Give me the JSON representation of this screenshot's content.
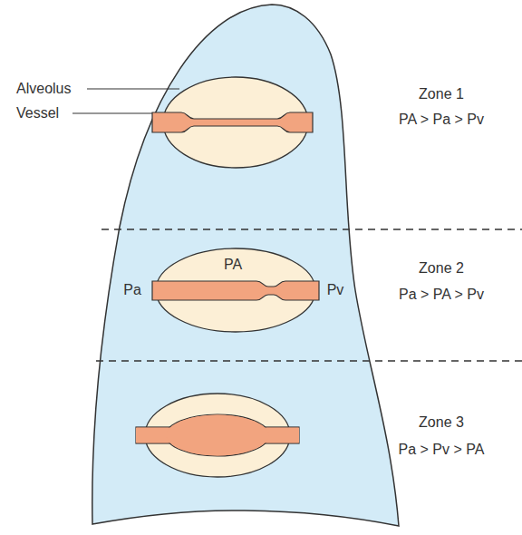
{
  "diagram": {
    "labels": [
      "Alveolus",
      "Vessel",
      "Zone 1",
      "PA > Pa > Pv",
      "PA",
      "Pa",
      "Pv",
      "Zone 2",
      "Pa > PA > Pv",
      "Zone 3",
      "Pa > Pv > PA"
    ]
  }
}
